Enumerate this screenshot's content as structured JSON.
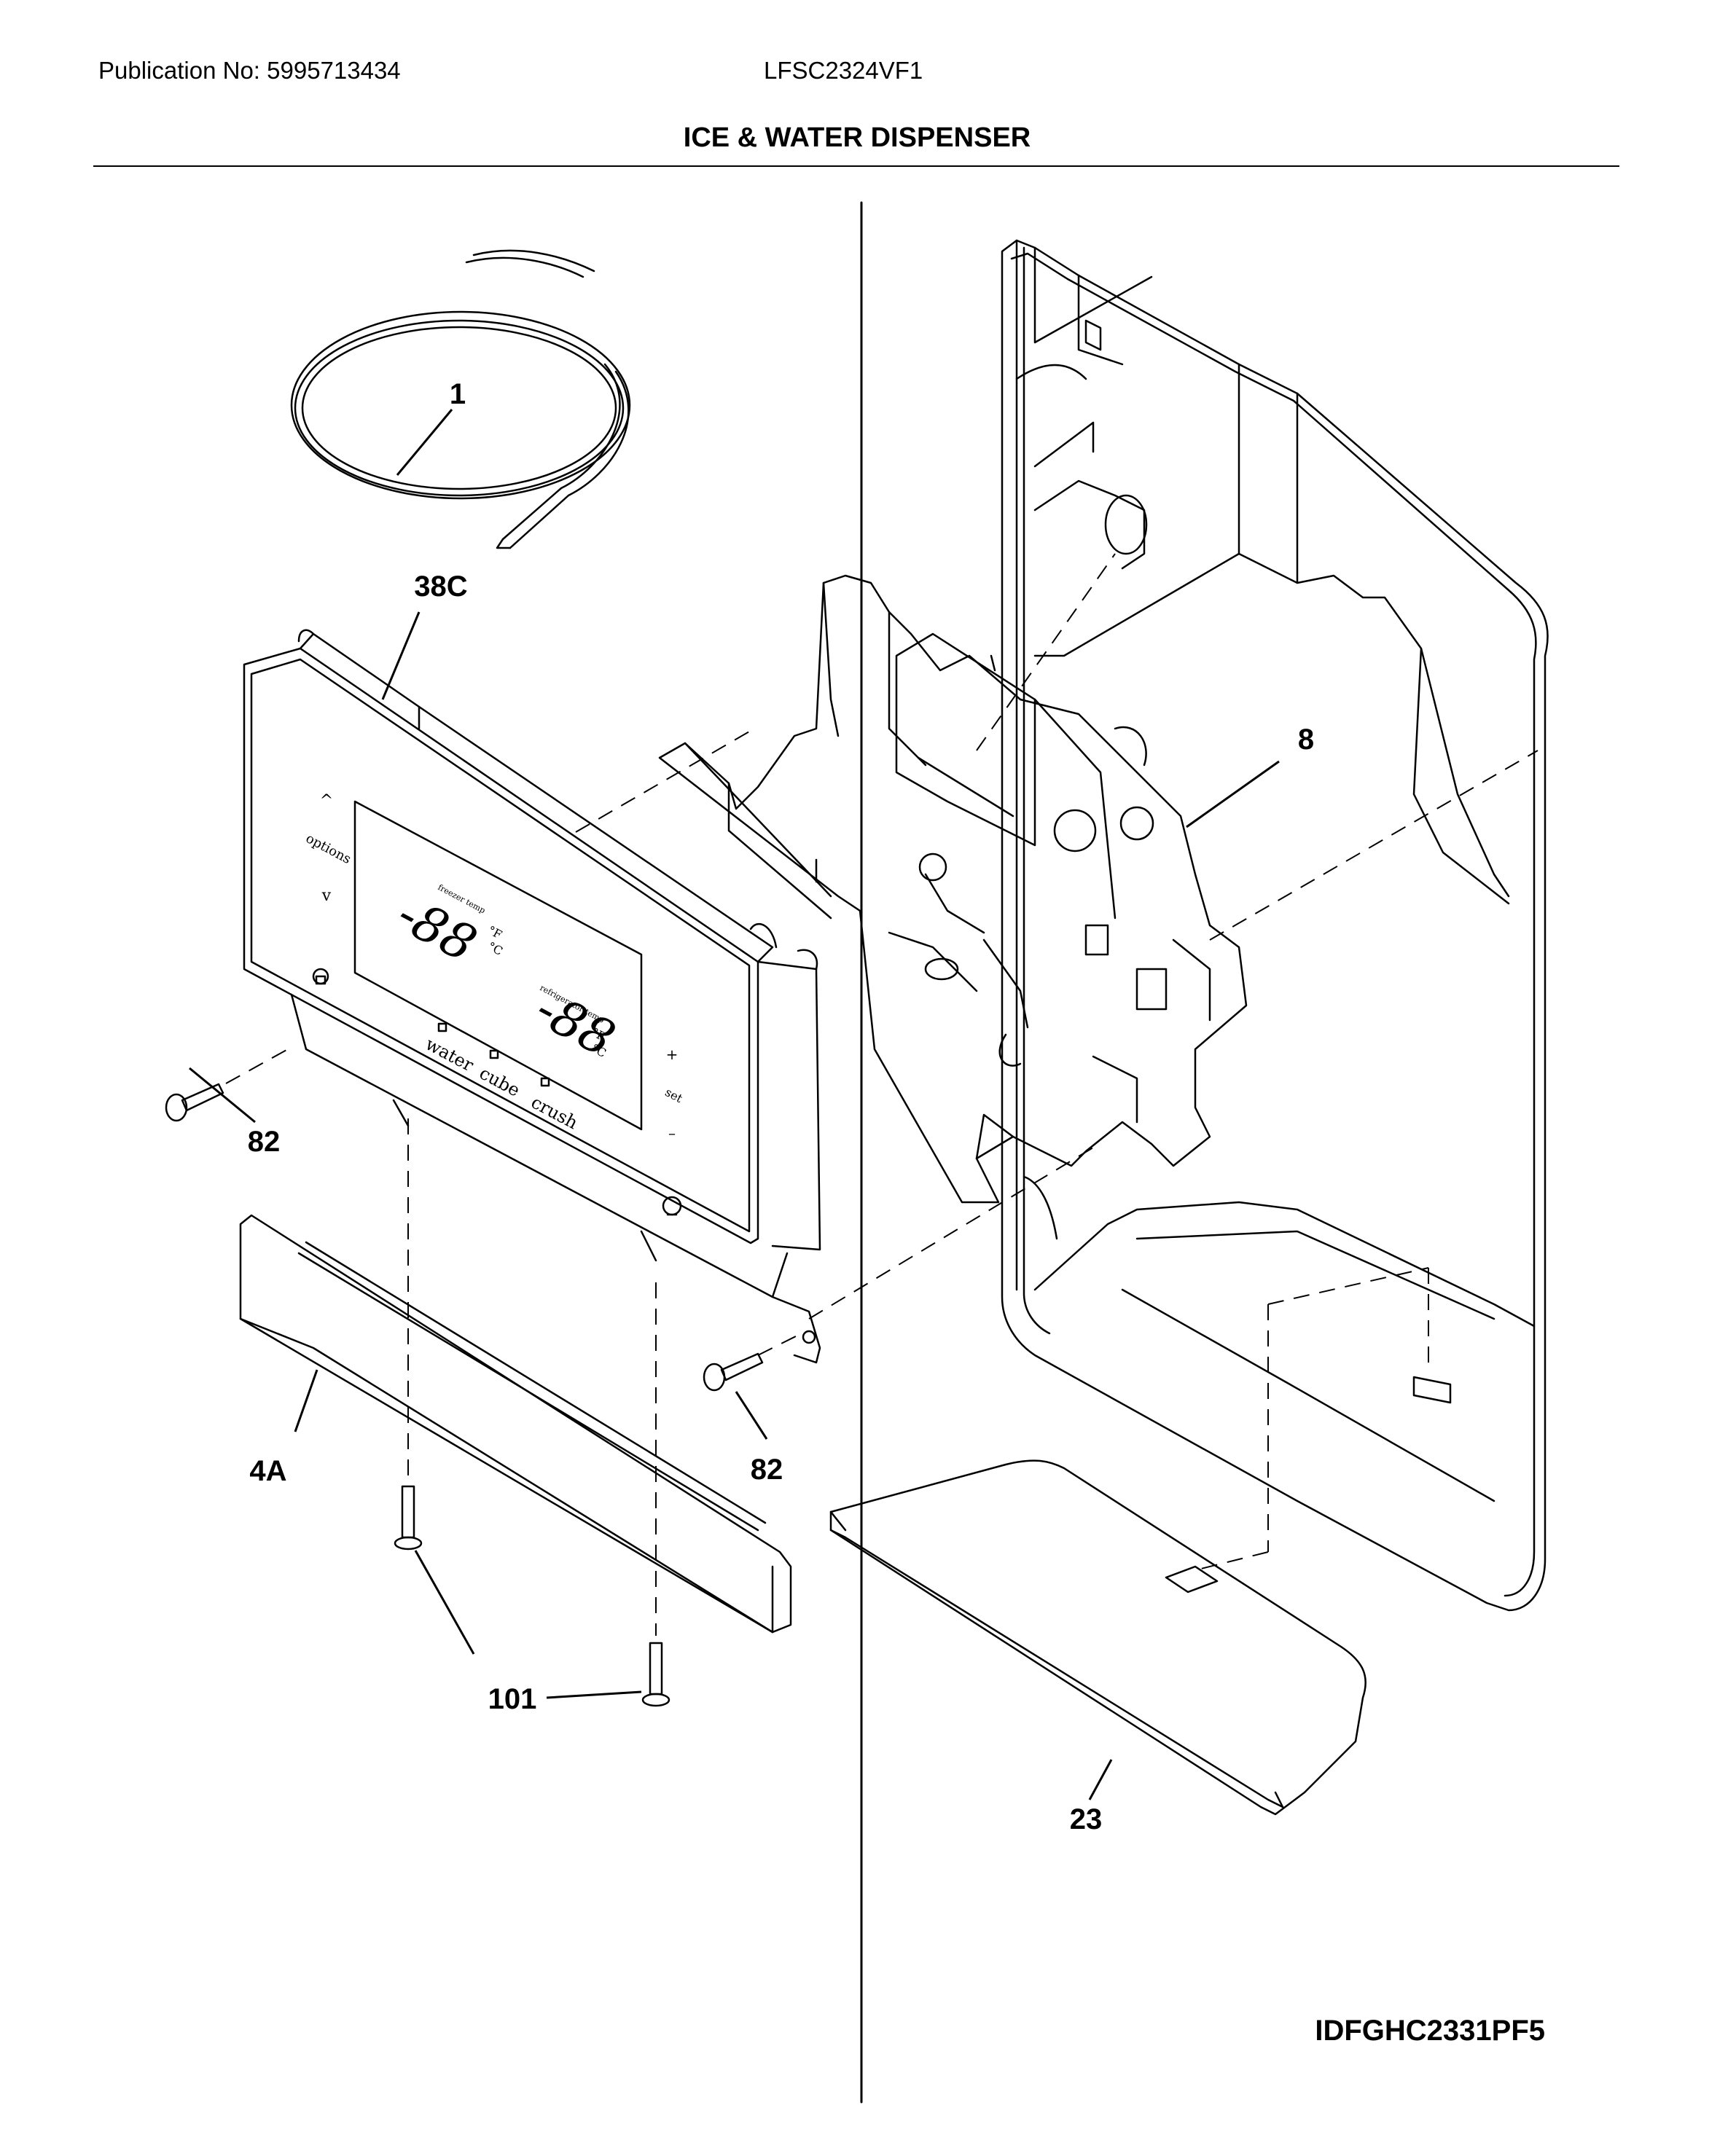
{
  "header": {
    "publication": "Publication No: 5995713434",
    "model": "LFSC2324VF1"
  },
  "title": "ICE & WATER DISPENSER",
  "diagram_ref": "IDFGHC2331PF5",
  "callouts": {
    "tubing": "1",
    "control_panel": "38C",
    "dispenser_actuator": "8",
    "screw_left": "82",
    "screw_right": "82",
    "trim": "4A",
    "screws_bottom": "101",
    "drip_tray": "23"
  },
  "panel": {
    "up": "^",
    "options": "options",
    "down": "v",
    "freezer_label": "freezer temp",
    "freezer_display": "-88",
    "refrigerator_label": "refrigerator temp",
    "refrigerator_display": "-88",
    "unit_f": "°F",
    "unit_c": "°C",
    "water": "water",
    "cube": "cube",
    "crush": "crush",
    "plus": "+",
    "set": "set",
    "minus": "–"
  }
}
